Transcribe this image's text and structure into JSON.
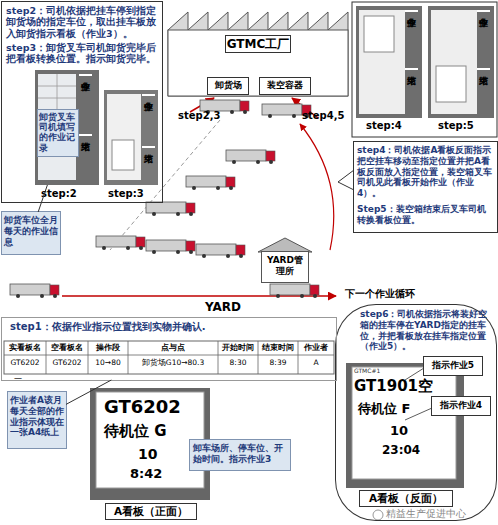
{
  "diagram": {
    "nodes": [
      {
        "text": [
          "step2：司机依据把挂车停到指定卸货场的指定车位，取出挂车板放入卸货指示看板（作业3）。",
          "step3：卸货叉车司机卸货完毕后把看板转换位置。指示卸货完毕。"
        ]
      },
      {
        "text": [
          "作业中",
          "结束",
          "step:2"
        ],
        "in": 0
      },
      {
        "text": [
          "卸货叉车司机填写的作业记录"
        ],
        "in": 1
      },
      {
        "text": [
          "作业中",
          "结束",
          "step:3"
        ],
        "in": 0
      },
      {
        "text": [
          "GTMC工厂"
        ]
      },
      {
        "text": [
          "卸货场"
        ],
        "in": 4
      },
      {
        "text": [
          "装空容器"
        ],
        "in": 4
      },
      {
        "text": [
          "作业中",
          "结束",
          "step:4"
        ]
      },
      {
        "text": [
          "作业中",
          "结束",
          "step:5"
        ]
      },
      {
        "text": [
          "step4：司机依据A看板反面指示把空挂车移动至指定位置并把A看板反面放入指定位置，装空箱叉车司机见此看板开始作业（作业4）。",
          "Step5：装空箱结束后叉车司机转换看板位置。"
        ]
      },
      {
        "text": [
          "卸货车位全月每天的作业信息"
        ]
      },
      {
        "text": [
          "YARD管理所"
        ]
      },
      {
        "text": [
          "step6：司机依据指示将装好空箱的挂车停在YARD指定的挂车位，并把看板放在挂车指定位置（作业5）。"
        ]
      },
      {
        "text": [
          "GTMC#1",
          "GT1901空",
          "待机位 F",
          "10",
          "23:04",
          "A看板（反面）"
        ],
        "in": 12
      },
      {
        "text": [
          "指示作业5"
        ],
        "in": 13
      },
      {
        "text": [
          "指示作业4"
        ],
        "in": 13
      },
      {
        "text": [
          "step1：依据作业指示位置找到实物并确认."
        ]
      },
      {
        "text": [
          "作业者A该月每天全部的作业指示体现在一张A4纸上"
        ]
      },
      {
        "text": [
          "GT6202",
          "待机位 G",
          "10",
          "8:42",
          "A看板（正面）"
        ]
      },
      {
        "text": [
          "卸车场所、停车位、开始时间。指示作业3"
        ],
        "in": 18
      }
    ],
    "edges": [
      {
        "from": 10,
        "to": 1,
        "arrow": "none"
      },
      {
        "from": 17,
        "to": 16,
        "arrow": "none"
      }
    ],
    "labels": [
      "step2,3",
      "step4,5",
      "YARD",
      "下一个作业循环",
      "实看板名",
      "空看板名",
      "操作段",
      "点与点",
      "开始时间",
      "结束时间",
      "作业者",
      "GT6202",
      "GT6202",
      "10→80",
      "卸货场G10→80.3",
      "8:30",
      "8:39",
      "A",
      "—",
      "精益生产促进中心"
    ]
  }
}
